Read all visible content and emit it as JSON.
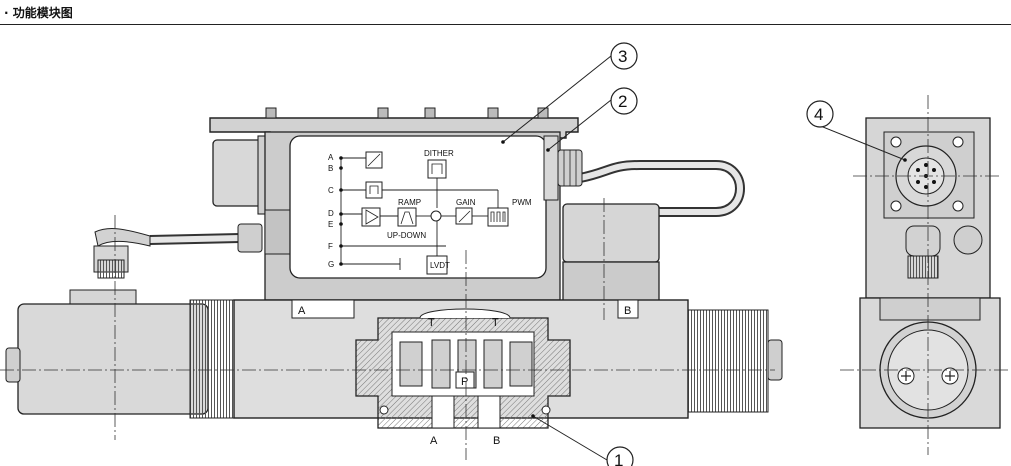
{
  "title": "· 功能模块图",
  "callouts": {
    "c1": "1",
    "c2": "2",
    "c3": "3",
    "c4": "4"
  },
  "block_diagram": {
    "inputs": [
      "A",
      "B",
      "C",
      "D",
      "E",
      "F",
      "G"
    ],
    "dither": "DITHER",
    "ramp": "RAMP",
    "gain": "GAIN",
    "pwm": "PWM",
    "up_down": "UP-DOWN",
    "lvdt": "LVDT"
  },
  "ports": {
    "solenoid_a": "A",
    "solenoid_b": "B",
    "body_t_left": "T",
    "body_t_right": "T",
    "body_p": "P",
    "bottom_a": "A",
    "bottom_b": "B"
  }
}
